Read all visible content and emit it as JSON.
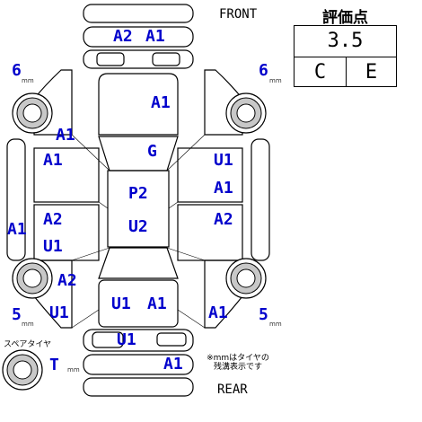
{
  "labels": {
    "front": "FRONT",
    "rear": "REAR",
    "unit_mm": "mm",
    "spare_tire": "スペアタイヤ",
    "note_line1": "※mmはタイヤの",
    "note_line2": "残溝表示です"
  },
  "score": {
    "title": "評価点",
    "overall": "3.5",
    "interior": "C",
    "exterior": "E"
  },
  "tread": {
    "front_left": "6",
    "front_right": "6",
    "rear_left": "5",
    "rear_right": "5",
    "spare": "T"
  },
  "damage": {
    "front_bumper_left": "A2",
    "front_bumper_right": "A1",
    "hood": "A1",
    "left_front_fender_top": "A1",
    "left_front_fender": "A1",
    "roof_front": "G",
    "right_front_door": "U1",
    "right_front_door_lower": "A1",
    "roof_a": "P2",
    "roof_b": "U2",
    "left_rocker": "A1",
    "left_rear_door_a": "A2",
    "left_rear_door_b": "U1",
    "right_rear_door": "A2",
    "left_rear_quarter": "A2",
    "left_rear_fender": "U1",
    "trunk_left": "U1",
    "trunk_right": "A1",
    "right_rear_fender": "A1",
    "rear_panel": "U1",
    "rear_bumper": "A1"
  },
  "colors": {
    "ink": "#000000",
    "damage_blue": "#0000cc"
  }
}
